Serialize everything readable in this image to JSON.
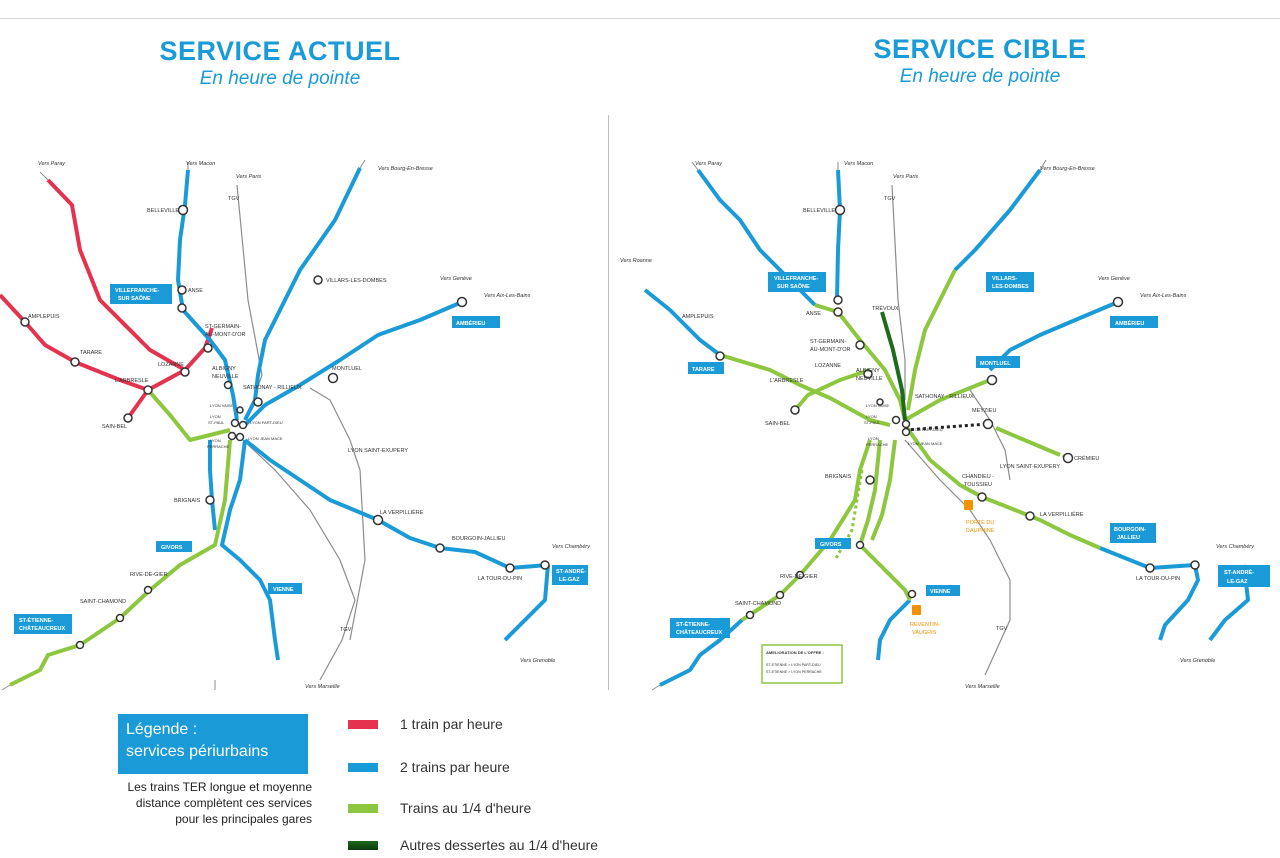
{
  "left_panel": {
    "title": "SERVICE ACTUEL",
    "subtitle": "En heure de pointe",
    "labels": {
      "vers_paray": "Vers Paray",
      "vers_macon": "Vers Macon",
      "vers_paris": "Vers Paris",
      "vers_bourg": "Vers Bourg-En-Bresse",
      "belleville": "BELLEVILLE",
      "tgv_top": "TGV",
      "villefranche_1": "VILLEFRANCHE-",
      "villefranche_2": "SUR SAÔNE",
      "villars": "VILLARS-LES-DOMBES",
      "vers_geneve": "Vers Genève",
      "vers_aix": "Vers Aix-Les-Bains",
      "amplepuis": "AMPLEPUIS",
      "anse": "ANSE",
      "st_germain_1": "ST-GERMAIN-",
      "st_germain_2": "AU-MONT-D'OR",
      "amberieu": "AMBÉRIEU",
      "tarare": "TARARE",
      "lozanne": "LOZANNE",
      "albigny_1": "ALBIGNY",
      "albigny_2": "NEUVILLE",
      "montluel": "MONTLUEL",
      "arbresle": "L'ARBRESLE",
      "sathonay": "SATHONAY - RILLIEUX",
      "lyon_vaise": "LYON VAISE",
      "lyon_st_paul_1": "LYON",
      "lyon_st_paul_2": "ST-PAUL",
      "lyon_part_dieu": "LYON PART-DIEU",
      "lyon_perrache_1": "LYON",
      "lyon_perrache_2": "PERRACHE",
      "lyon_jean_mace": "LYON JEAN MACE",
      "sain_bel": "SAIN-BEL",
      "saint_exupery": "LYON SAINT-EXUPERY",
      "brignais": "BRIGNAIS",
      "verpilliere": "LA VERPILLIÈRE",
      "givors": "GIVORS",
      "bourgoin": "BOURGOIN-JALLIEU",
      "vers_chambery": "Vers Chambéry",
      "rive_de_gier": "RIVE-DE-GIER",
      "la_tour_du_pin": "LA TOUR-DU-PIN",
      "st_andre_1": "ST-ANDRÉ-",
      "st_andre_2": "LE-GAZ",
      "saint_chamond": "SAINT-CHAMOND",
      "vienne": "VIENNE",
      "st_etienne_1": "ST-ÉTIENNE-",
      "st_etienne_2": "CHÂTEAUCREUX",
      "tgv_bottom": "TGV",
      "vers_grenoble": "Vers Grenoble",
      "vers_marseille": "Vers Marseille"
    }
  },
  "right_panel": {
    "title": "SERVICE CIBLE",
    "subtitle": "En heure de pointe",
    "labels": {
      "vers_paray": "Vers Paray",
      "vers_macon": "Vers Macon",
      "vers_paris": "Vers Paris",
      "vers_bourg": "Vers Bourg-En-Bresse",
      "belleville": "BELLEVILLE",
      "tgv_top": "TGV",
      "vers_roanne": "Vers Roanne",
      "villefranche_1": "VILLEFRANCHE-",
      "villefranche_2": "SUR SAÔNE",
      "villars_1": "VILLARS-",
      "villars_2": "LES-DOMBES",
      "vers_geneve": "Vers Genève",
      "vers_aix": "Vers Aix-Les-Bains",
      "amplepuis": "AMPLEPUIS",
      "anse": "ANSE",
      "trevoux": "TRÉVOUX",
      "amberieu": "AMBÉRIEU",
      "st_germain_1": "ST-GERMAIN-",
      "st_germain_2": "AU-MONT-D'OR",
      "tarare": "TARARE",
      "lozanne": "LOZANNE",
      "albigny_1": "ALBIGNY",
      "albigny_2": "NEUVILLE",
      "montluel": "MONTLUEL",
      "arbresle": "L'ARBRESLE",
      "sathonay": "SATHONAY - RILLIEUX",
      "lyon_vaise": "LYON VAISE",
      "meyzieu": "MEYZIEU",
      "lyon_st_paul_1": "LYON",
      "lyon_st_paul_2": "ST-PAUL",
      "lyon_part_dieu": "LYON PART-DIEU",
      "sain_bel": "SAIN-BEL",
      "lyon_perrache_1": "LYON",
      "lyon_perrache_2": "PERRACHE",
      "lyon_jean_mace": "LYON JEAN MACE",
      "cremieu": "CRÉMIEU",
      "saint_exupery": "LYON SAINT-EXUPERY",
      "chandieu_1": "CHANDIEU -",
      "chandieu_2": "TOUSSIEU",
      "brignais": "BRIGNAIS",
      "porte_1": "PORTE DU",
      "porte_2": "DAUPHINÉ",
      "verpilliere": "LA VERPILLIÈRE",
      "bourgoin_1": "BOURGOIN-",
      "bourgoin_2": "JALLIEU",
      "givors": "GIVORS",
      "vers_chambery": "Vers Chambéry",
      "rive_de_gier": "RIVE-DE-GIER",
      "la_tour_du_pin": "LA TOUR-DU-PIN",
      "st_andre_1": "ST-ANDRÉ-",
      "st_andre_2": "LE-GAZ",
      "vienne": "VIENNE",
      "saint_chamond": "SAINT-CHAMOND",
      "reventin_1": "REVENTIN-",
      "reventin_2": "VAUGRIS",
      "st_etienne_1": "ST-ÉTIENNE-",
      "st_etienne_2": "CHÂTEAUCREUX",
      "tgv_bottom": "TGV",
      "amelioration_title": "AMELIORATION DE L'OFFRE :",
      "amelioration_line1": "ST-ETIENNE > LYON PART-DIEU",
      "amelioration_line2": "ST-ETIENNE > LYON PERRACHE",
      "vers_grenoble": "Vers Grenoble",
      "vers_marseille": "Vers Marseille"
    }
  },
  "legend": {
    "title_line1": "Légende :",
    "title_line2": "services périurbains",
    "note": "Les trains TER longue et moyenne distance complètent ces services pour les principales gares",
    "items": [
      {
        "label": "1 train par heure",
        "color": "#e5334f"
      },
      {
        "label": "2 trains par heure",
        "color": "#1a9bd7"
      },
      {
        "label": "Trains au 1/4 d'heure",
        "color": "#8dc63f"
      },
      {
        "label": "Autres dessertes au 1/4 d'heure",
        "color": "#1d6b1d"
      }
    ]
  },
  "colors": {
    "red": "#e5334f",
    "blue": "#1a9bd7",
    "green": "#8dc63f",
    "dark_green": "#1d6b1d",
    "orange": "#f39200",
    "grey": "#8c8c8c"
  }
}
